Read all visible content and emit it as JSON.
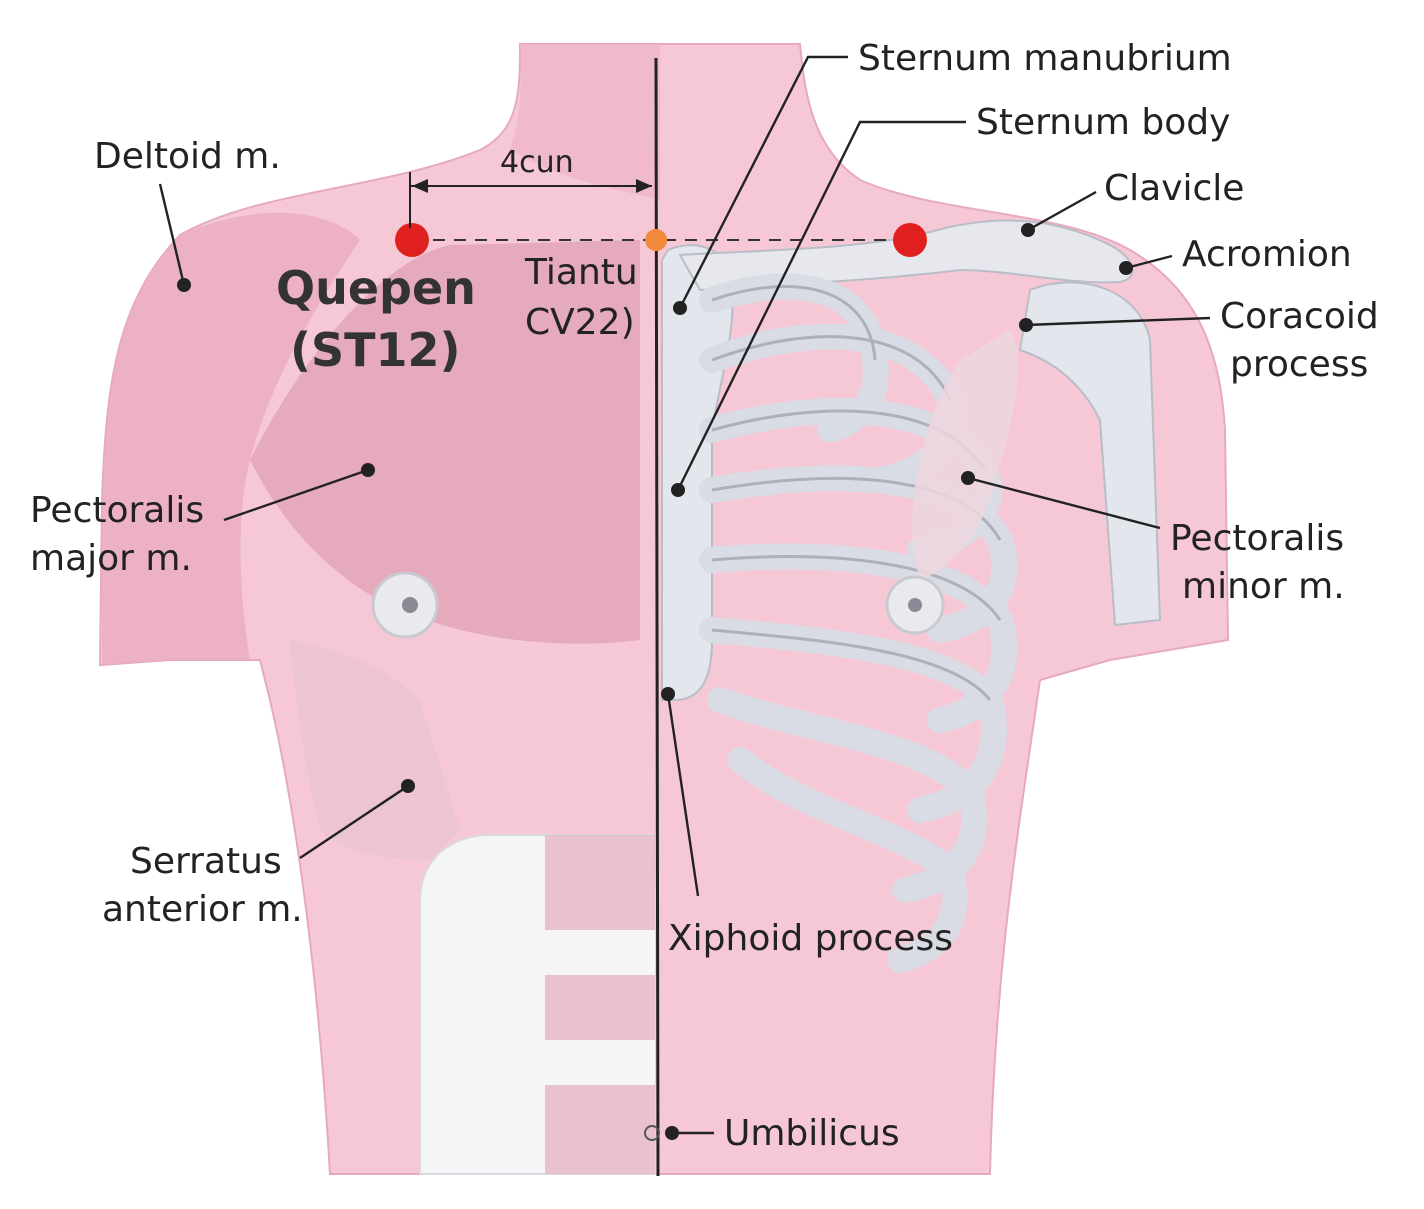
{
  "acupoint": {
    "name": "Quepen",
    "code": "(ST12)",
    "reference_point_line1": "Tiantu",
    "reference_point_line2": "CV22)",
    "distance_label": "4cun"
  },
  "labels_left": {
    "deltoid": "Deltoid m.",
    "pectoralis_major_1": "Pectoralis",
    "pectoralis_major_2": "major m.",
    "serratus_1": "Serratus",
    "serratus_2": "anterior m."
  },
  "labels_right": {
    "sternum_manubrium": "Sternum manubrium",
    "sternum_body": "Sternum body",
    "clavicle": "Clavicle",
    "acromion": "Acromion",
    "coracoid_1": "Coracoid",
    "coracoid_2": "process",
    "pectoralis_minor_1": "Pectoralis",
    "pectoralis_minor_2": "minor m.",
    "xiphoid": "Xiphoid process",
    "umbilicus": "Umbilicus"
  },
  "colors": {
    "point_marker": "#e0201e",
    "reference_marker": "#f08a3c",
    "skin": "#f6c8d6",
    "muscle": "#e9b4c4",
    "bone": "#e3e6ec"
  }
}
